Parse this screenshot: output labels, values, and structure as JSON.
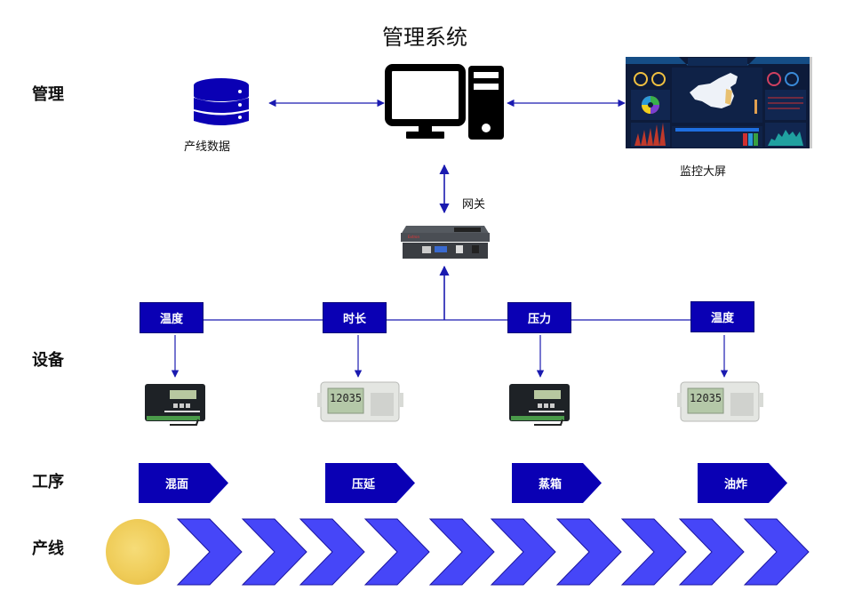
{
  "title": "管理系统",
  "row_labels": {
    "management": "管理",
    "devices": "设备",
    "process": "工序",
    "production_line": "产线"
  },
  "management": {
    "database_label": "产线数据",
    "monitor_label": "监控大屏",
    "gateway_label": "网关"
  },
  "sensors": [
    {
      "label": "温度",
      "device": "data-logger-controller"
    },
    {
      "label": "时长",
      "device": "lcd-data-logger"
    },
    {
      "label": "压力",
      "device": "data-logger-controller"
    },
    {
      "label": "温度",
      "device": "lcd-data-logger"
    }
  ],
  "device_display_value": "12035",
  "process_steps": [
    "混面",
    "压延",
    "蒸箱",
    "油炸"
  ],
  "production_line": {
    "chevron_count": 10,
    "start_item": "noodle-block"
  },
  "colors": {
    "dark_blue": "#0a00b4",
    "chevron_blue": "#4646f8",
    "line_blue": "#1a1ab0",
    "black": "#000000"
  }
}
